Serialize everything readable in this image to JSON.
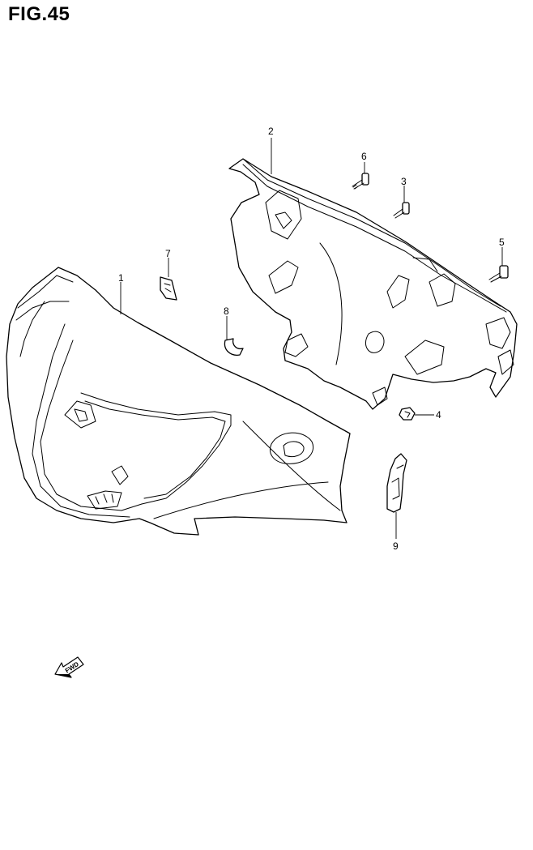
{
  "figure": {
    "title": "FIG.45"
  },
  "callouts": [
    {
      "id": "1",
      "label": "1"
    },
    {
      "id": "2",
      "label": "2"
    },
    {
      "id": "3",
      "label": "3"
    },
    {
      "id": "4",
      "label": "4"
    },
    {
      "id": "5",
      "label": "5"
    },
    {
      "id": "6",
      "label": "6"
    },
    {
      "id": "7",
      "label": "7"
    },
    {
      "id": "8",
      "label": "8"
    },
    {
      "id": "9",
      "label": "9"
    }
  ],
  "direction_indicator": {
    "label": "FWD",
    "icon": "arrow-left-down-icon"
  }
}
